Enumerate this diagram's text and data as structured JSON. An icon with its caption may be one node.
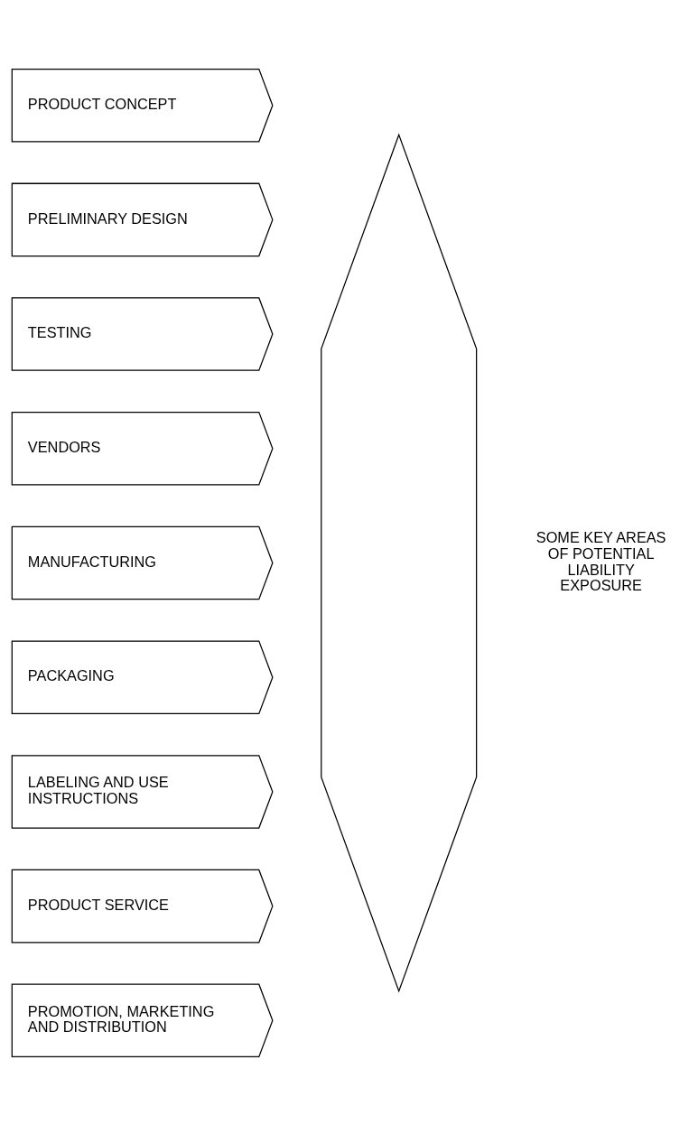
{
  "diagram": {
    "nodes": [
      {
        "text": [
          "PRODUCT CONCEPT"
        ]
      },
      {
        "text": [
          "PRELIMINARY DESIGN"
        ]
      },
      {
        "text": [
          "TESTING"
        ]
      },
      {
        "text": [
          "VENDORS"
        ]
      },
      {
        "text": [
          "MANUFACTURING"
        ]
      },
      {
        "text": [
          "PACKAGING"
        ]
      },
      {
        "text": [
          "LABELING AND USE INSTRUCTIONS"
        ]
      },
      {
        "text": [
          "PRODUCT SERVICE"
        ]
      },
      {
        "text": [
          "PROMOTION, MARKETING AND DISTRIBUTION"
        ]
      },
      {
        "text": [],
        "shape": "hexagon"
      }
    ],
    "edges": [],
    "labels": [
      "SOME KEY AREAS OF POTENTIAL LIABILITY EXPOSURE"
    ]
  }
}
